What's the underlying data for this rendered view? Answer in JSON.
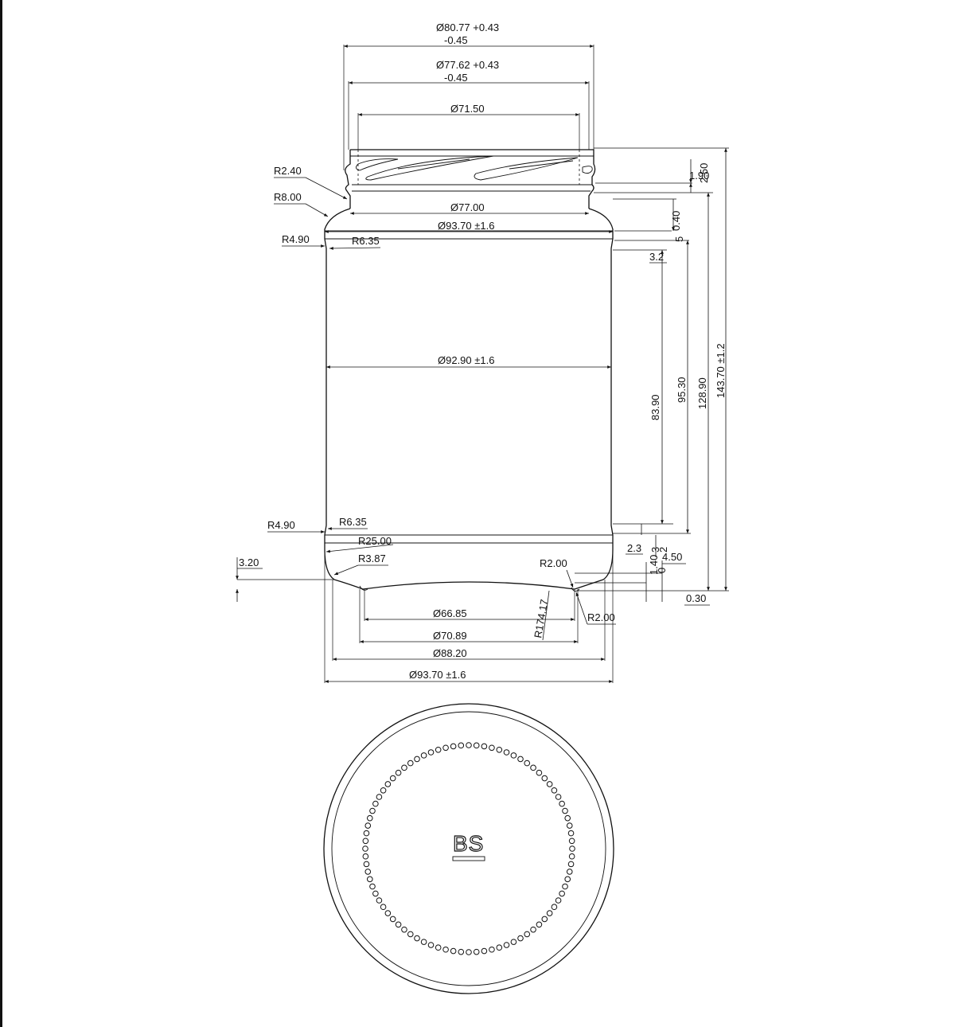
{
  "top_dims": {
    "d_outer_thread": "Ø80.77 +0.43",
    "d_outer_thread_tol": "-0.45",
    "d_root_thread": "Ø77.62 +0.43",
    "d_root_thread_tol": "-0.45",
    "d_bore": "Ø71.50",
    "d_neck": "Ø77.00",
    "d_shoulder": "Ø93.70 ±1.6",
    "d_body": "Ø92.90 ±1.6"
  },
  "bottom_dims": {
    "d_base_inner": "Ø66.85",
    "d_base_push": "Ø70.89",
    "d_base_contact": "Ø88.20",
    "d_base_outer": "Ø93.70 ±1.6",
    "r_base_dome": "R174.17"
  },
  "radii": {
    "r_neck_top": "R2.40",
    "r_neck": "R8.00",
    "r_shoulder_outer": "R4.90",
    "r_shoulder_inner": "R6.35",
    "r_heel_outer": "R4.90",
    "r_heel_inner": "R6.35",
    "r_heel_large": "R25.00",
    "r_base_corner": "R3.87",
    "r_base_left": "R2.00",
    "r_base_right": "R2.00"
  },
  "right_dims": {
    "h_finish_1": "2.50",
    "h_finish_2": "1.90",
    "h_neck_band_1": "0.40",
    "h_neck_band_2": "5",
    "h_label_gap": "3.2",
    "h_label": "83.90",
    "h_body": "95.30",
    "h_to_finish": "128.90",
    "h_total": "143.70 ±1.2",
    "h_heel_1": "2.3",
    "h_heel_2": "1.40",
    "h_heel_3": "4.50",
    "h_base_1": "0.30",
    "small_a": "3",
    "small_b": "2",
    "small_c": "0"
  },
  "left_dims": {
    "h_base_push": "3.20"
  },
  "bottom_view": {
    "logo_mark": "BS",
    "dot_count": 84
  }
}
